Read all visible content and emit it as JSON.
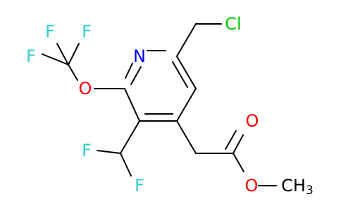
{
  "molecule": {
    "atoms": {
      "n": {
        "label": "N",
        "color": "#0000ff"
      },
      "cl": {
        "label": "Cl",
        "color": "#00cc00"
      },
      "o_ether": {
        "label": "O",
        "color": "#ff0000"
      },
      "f1": {
        "label": "F",
        "color": "#33cccc"
      },
      "f2": {
        "label": "F",
        "color": "#33cccc"
      },
      "f3": {
        "label": "F",
        "color": "#33cccc"
      },
      "f4": {
        "label": "F",
        "color": "#33cccc"
      },
      "f5": {
        "label": "F",
        "color": "#33cccc"
      },
      "o_carbonyl": {
        "label": "O",
        "color": "#ff0000"
      },
      "o_ester": {
        "label": "O",
        "color": "#ff0000"
      },
      "ch3": {
        "label": "CH",
        "subscript": "3",
        "color": "#000000"
      }
    },
    "bond_color": "#000000"
  }
}
